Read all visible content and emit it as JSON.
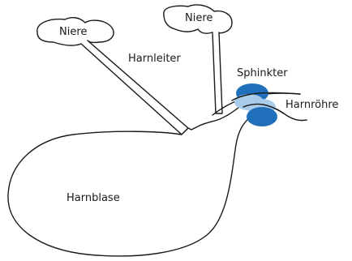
{
  "labels": {
    "kidney_left": "Niere",
    "kidney_right": "Niere",
    "ureter": "Harnleiter",
    "sphincter": "Sphinkter",
    "urethra": "Harnröhre",
    "bladder": "Harnblase"
  },
  "colors": {
    "outline": "#1a1a1a",
    "sphincter_dark": "#1f6fba",
    "sphincter_light": "#a8ccea",
    "background": "#ffffff"
  }
}
